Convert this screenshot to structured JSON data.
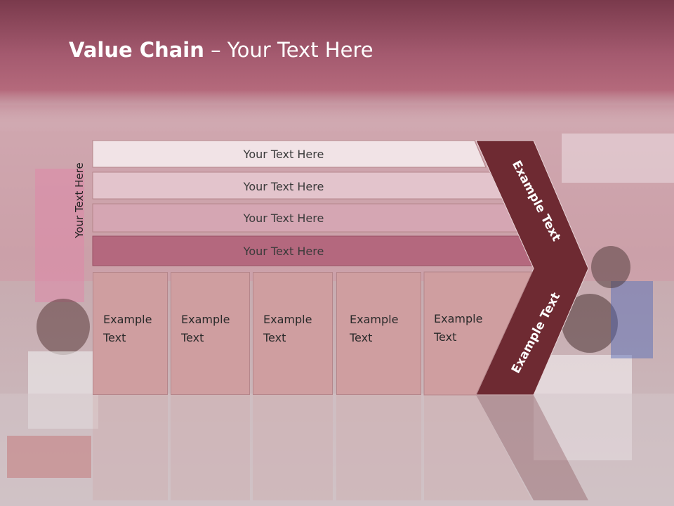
{
  "title": {
    "bold": "Value Chain",
    "rest": " – Your Text Here"
  },
  "side_label": "Your Text Here",
  "bars": [
    {
      "label": "Your Text Here"
    },
    {
      "label": "Your Text Here"
    },
    {
      "label": "Your Text Here"
    },
    {
      "label": "Your Text Here"
    }
  ],
  "columns": [
    {
      "line1": "Example",
      "line2": "Text"
    },
    {
      "line1": "Example",
      "line2": "Text"
    },
    {
      "line1": "Example",
      "line2": "Text"
    },
    {
      "line1": "Example",
      "line2": "Text"
    },
    {
      "line1": "Example",
      "line2": "Text"
    }
  ],
  "chevron": {
    "upper": "Example Text",
    "lower": "Example Text"
  },
  "colors": {
    "header": "#a65a70",
    "bar1": "#f1e3e6",
    "bar2": "#e3c4cc",
    "bar3": "#d5a6b3",
    "bar4": "#b4687e",
    "column": "#cf9ea0",
    "chevron": "#6e2a32"
  }
}
